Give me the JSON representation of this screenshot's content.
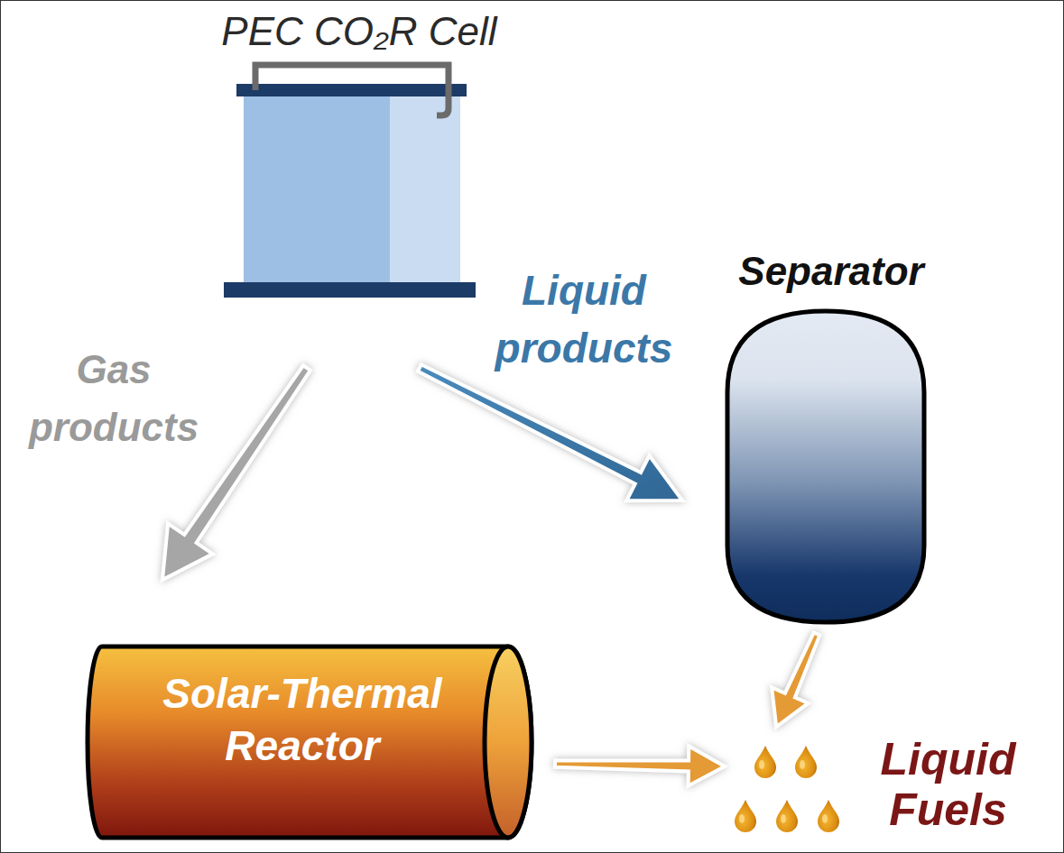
{
  "diagram": {
    "nodes": [
      {
        "text": [
          "PEC CO₂R Cell"
        ]
      },
      {
        "text": [
          "Separator"
        ]
      },
      {
        "text": [
          "Solar-Thermal Reactor"
        ]
      },
      {
        "text": [
          "Liquid Fuels"
        ]
      }
    ],
    "edges": [
      {
        "from": 0,
        "to": 2,
        "arrow": "to",
        "label": "Gas products"
      },
      {
        "from": 0,
        "to": 1,
        "arrow": "to",
        "label": "Liquid products"
      },
      {
        "from": 2,
        "to": 3,
        "arrow": "to"
      },
      {
        "from": 1,
        "to": 3,
        "arrow": "to"
      }
    ]
  }
}
